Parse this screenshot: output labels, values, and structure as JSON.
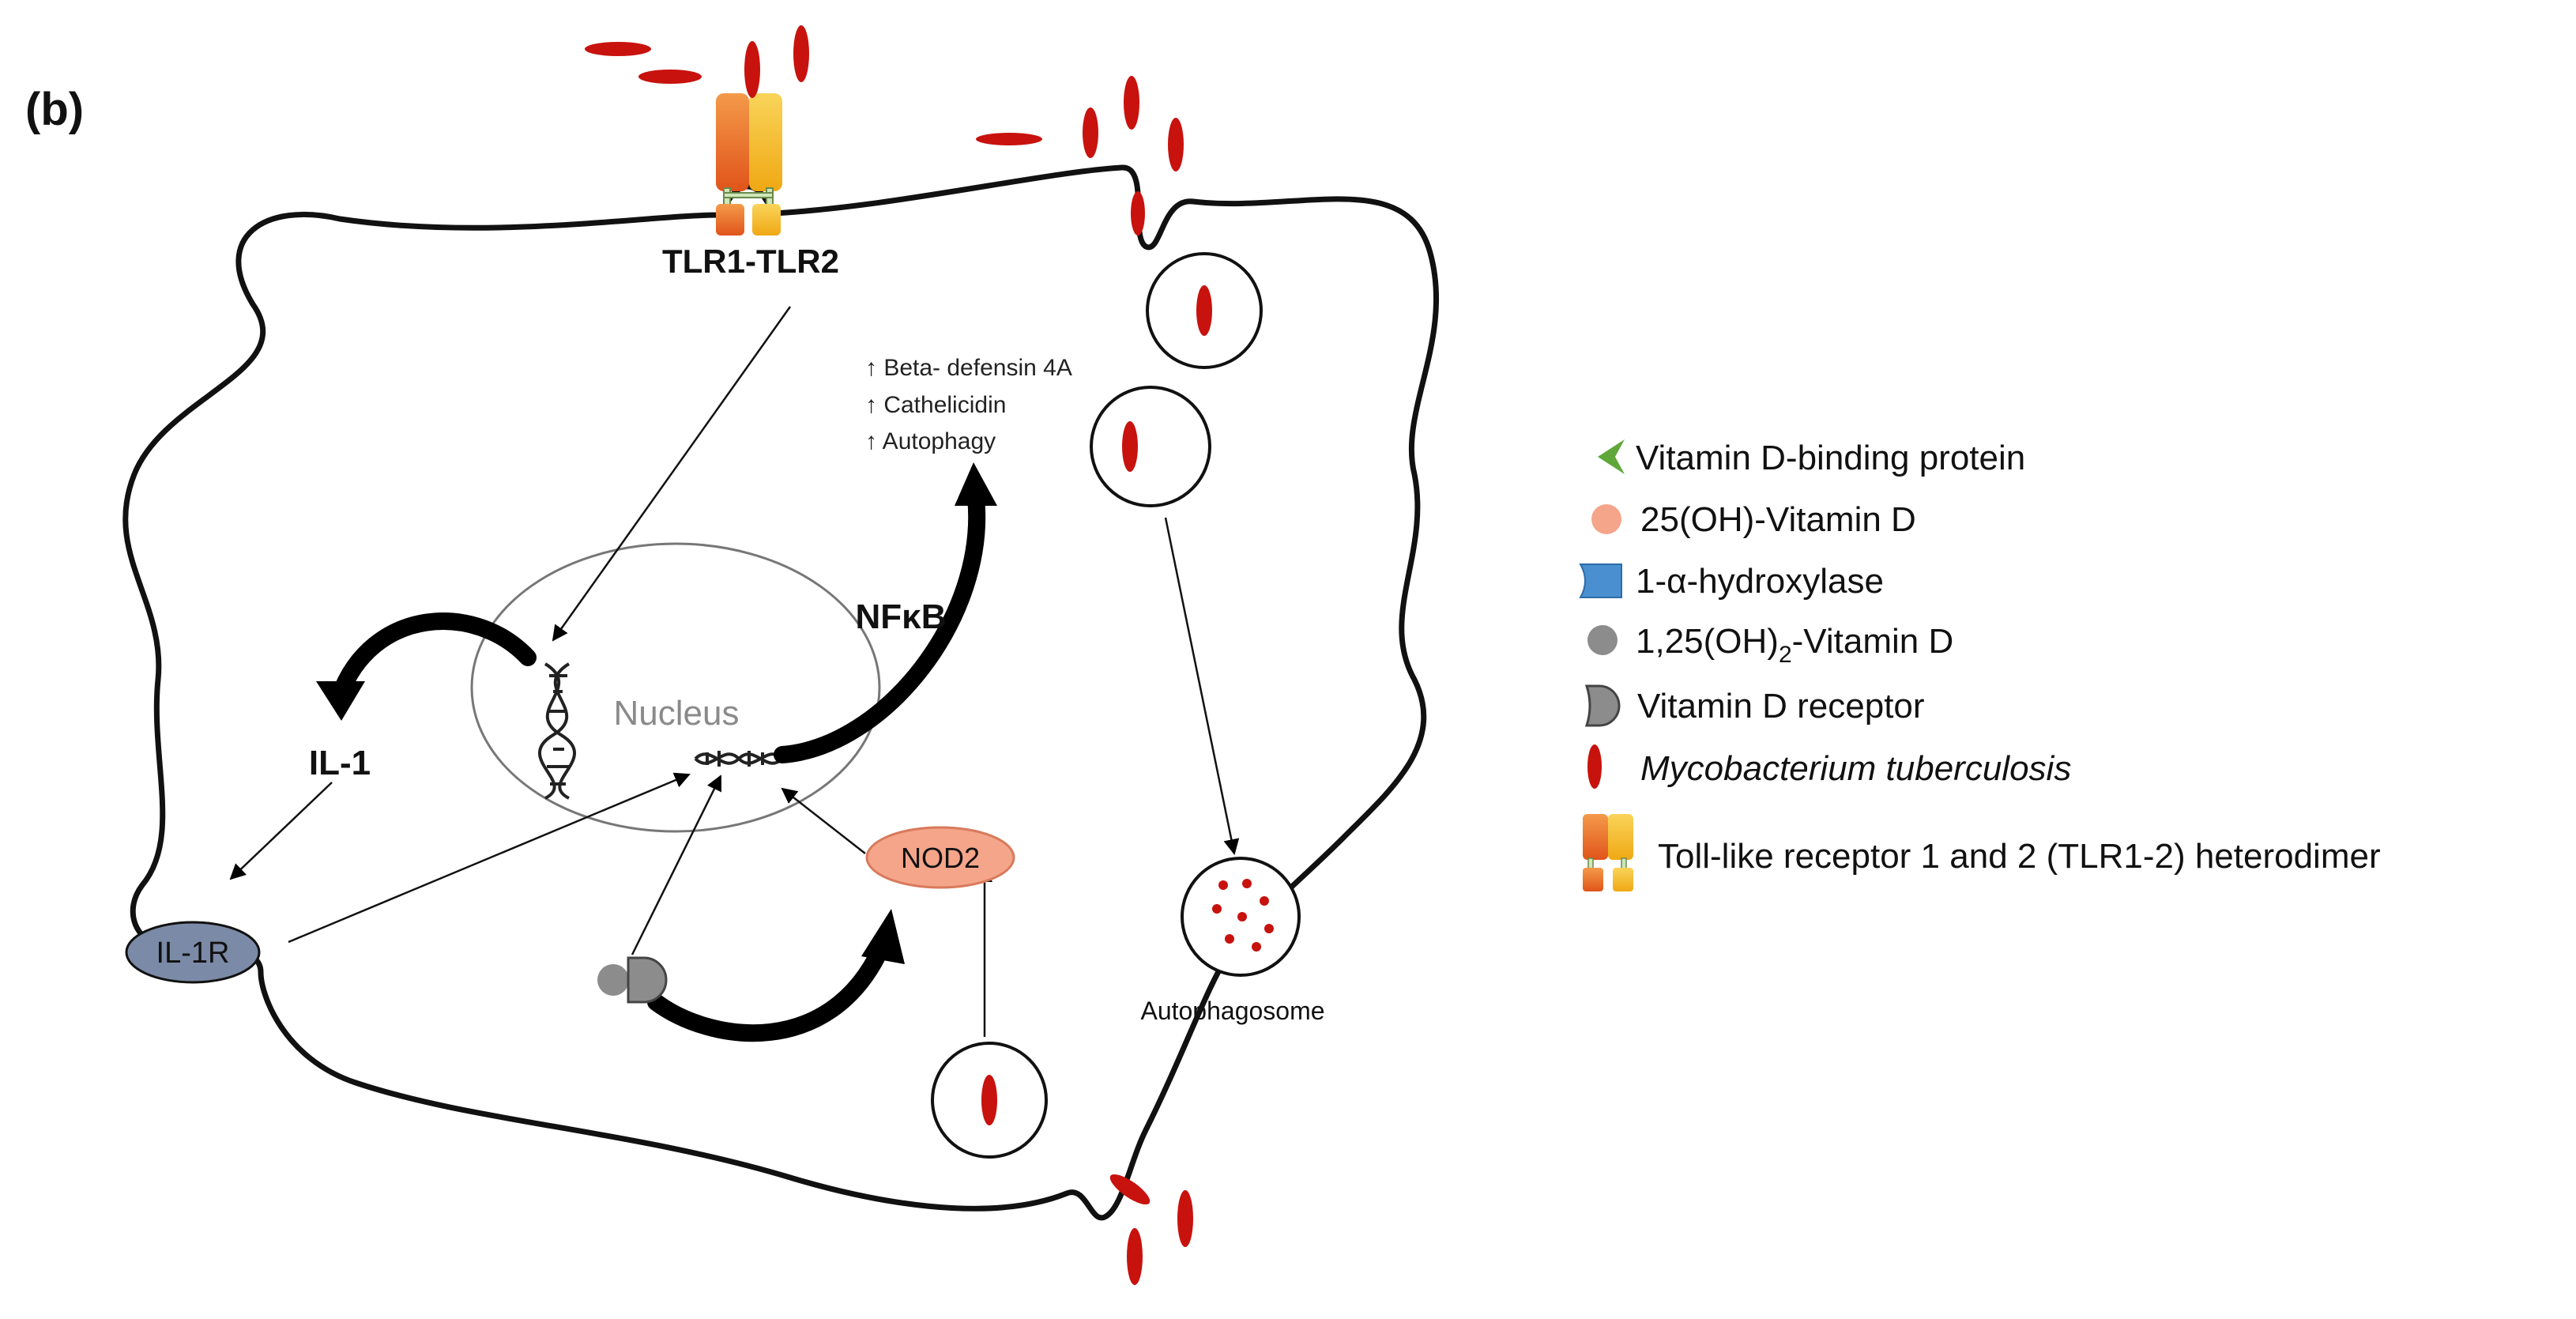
{
  "panel_label": "(b)",
  "cell": {
    "receptor_label": "TLR1-TLR2",
    "nucleus_label": "Nucleus",
    "il1_label": "IL-1",
    "il1r_label": "IL-1R",
    "nfkb_label": "NFκB",
    "nod2_label": "NOD2",
    "autophagosome_label": "Autophagosome",
    "effects": [
      "↑ Beta- defensin 4A",
      "↑ Cathelicidin",
      "↑ Autophagy"
    ]
  },
  "legend": {
    "items": [
      {
        "name": "vdbp",
        "icon": "green-arrowhead-icon",
        "label": "Vitamin D-binding protein"
      },
      {
        "name": "25ohd",
        "icon": "salmon-circle-icon",
        "label": "25(OH)-Vitamin D"
      },
      {
        "name": "hydroxylase",
        "icon": "blue-notched-rect-icon",
        "label": "1-α-hydroxylase"
      },
      {
        "name": "125ohd",
        "icon": "gray-circle-icon",
        "label": "1,25(OH)",
        "sub": "2",
        "suffix": "-Vitamin D"
      },
      {
        "name": "vdr",
        "icon": "gray-d-shape-icon",
        "label": "Vitamin D receptor"
      },
      {
        "name": "mtb",
        "icon": "red-ellipse-icon",
        "label": "Mycobacterium tuberculosis"
      },
      {
        "name": "tlr",
        "icon": "tlr-heterodimer-icon",
        "label": "Toll-like receptor 1 and 2 (TLR1-2) heterodimer"
      }
    ]
  },
  "colors": {
    "bacterium": "#c8120e",
    "il1r_fill": "#7b8aa6",
    "nod2_fill": "#f4a58a",
    "vdbp": "#5fa73a",
    "vitd25": "#f4a58a",
    "hydroxylase": "#4a90d0",
    "vitd125": "#8c8c8c",
    "tlr_orange": "#e8662a",
    "tlr_yellow": "#f2b81c"
  }
}
